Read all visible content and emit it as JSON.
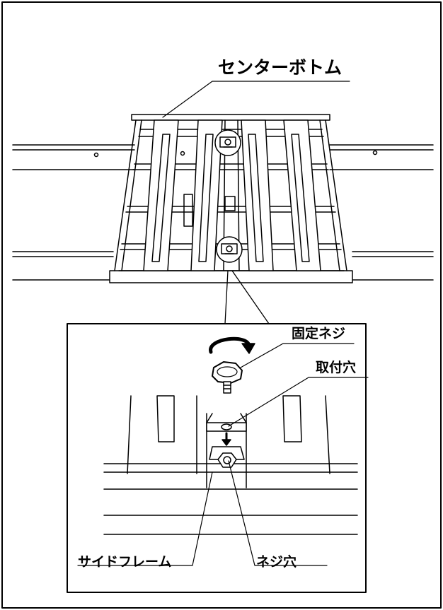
{
  "labels": {
    "center_bottom": "センターボトム",
    "fixing_screw": "固定ネジ",
    "mounting_hole": "取付穴",
    "side_frame": "サイドフレーム",
    "screw_hole": "ネジ穴"
  },
  "icons": [
    "rotate-arrow-icon",
    "down-arrow-icon",
    "knob-screw-icon",
    "nut-icon"
  ],
  "colors": {
    "ink": "#000000",
    "paper": "#ffffff"
  }
}
